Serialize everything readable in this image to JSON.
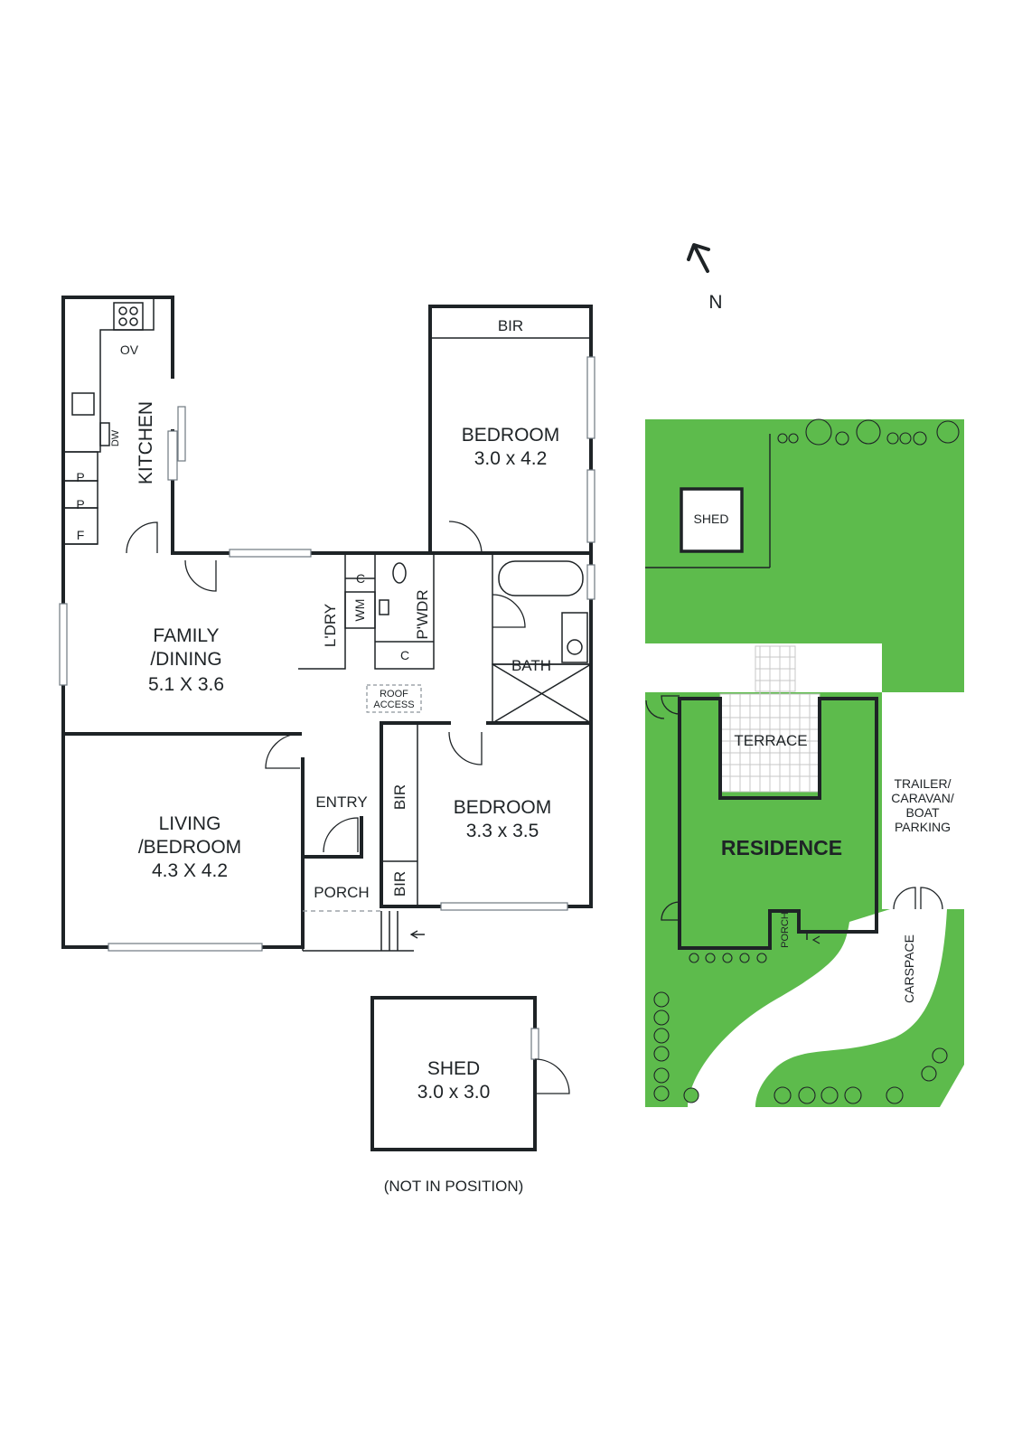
{
  "compass": {
    "label": "N"
  },
  "floorplan": {
    "kitchen": {
      "name": "KITCHEN",
      "ov": "OV",
      "dw": "DW",
      "pantry_1": "P",
      "pantry_2": "P",
      "fridge": "F"
    },
    "family_dining": {
      "name_line1": "FAMILY",
      "name_line2": "/DINING",
      "size": "5.1 X 3.6"
    },
    "laundry": {
      "name": "L'DRY",
      "wm": "WM",
      "cupboard_1": "C",
      "cupboard_2": "C"
    },
    "powder": {
      "name": "P'WDR"
    },
    "roof_access": {
      "line1": "ROOF",
      "line2": "ACCESS"
    },
    "bedroom_1": {
      "name": "BEDROOM",
      "size": "3.0 x 4.2",
      "bir": "BIR"
    },
    "bath": {
      "name": "BATH"
    },
    "living_bedroom": {
      "name_line1": "LIVING",
      "name_line2": "/BEDROOM",
      "size": "4.3 X 4.2"
    },
    "entry": {
      "name": "ENTRY"
    },
    "porch": {
      "name": "PORCH"
    },
    "bedroom_2": {
      "name": "BEDROOM",
      "size": "3.3 x 3.5",
      "bir_1": "BIR",
      "bir_2": "BIR"
    },
    "shed": {
      "name": "SHED",
      "size": "3.0 x 3.0",
      "note": "(NOT IN POSITION)"
    }
  },
  "siteplan": {
    "shed": "SHED",
    "terrace": "TERRACE",
    "residence": "RESIDENCE",
    "porch": "PORCH",
    "trailer_line1": "TRAILER/",
    "trailer_line2": "CARAVAN/",
    "trailer_line3": "BOAT",
    "trailer_line4": "PARKING",
    "carspace": "CARSPACE",
    "colors": {
      "lawn": "#5dbb4c",
      "paving": "#ffffff",
      "walls": "#1e2326"
    }
  }
}
